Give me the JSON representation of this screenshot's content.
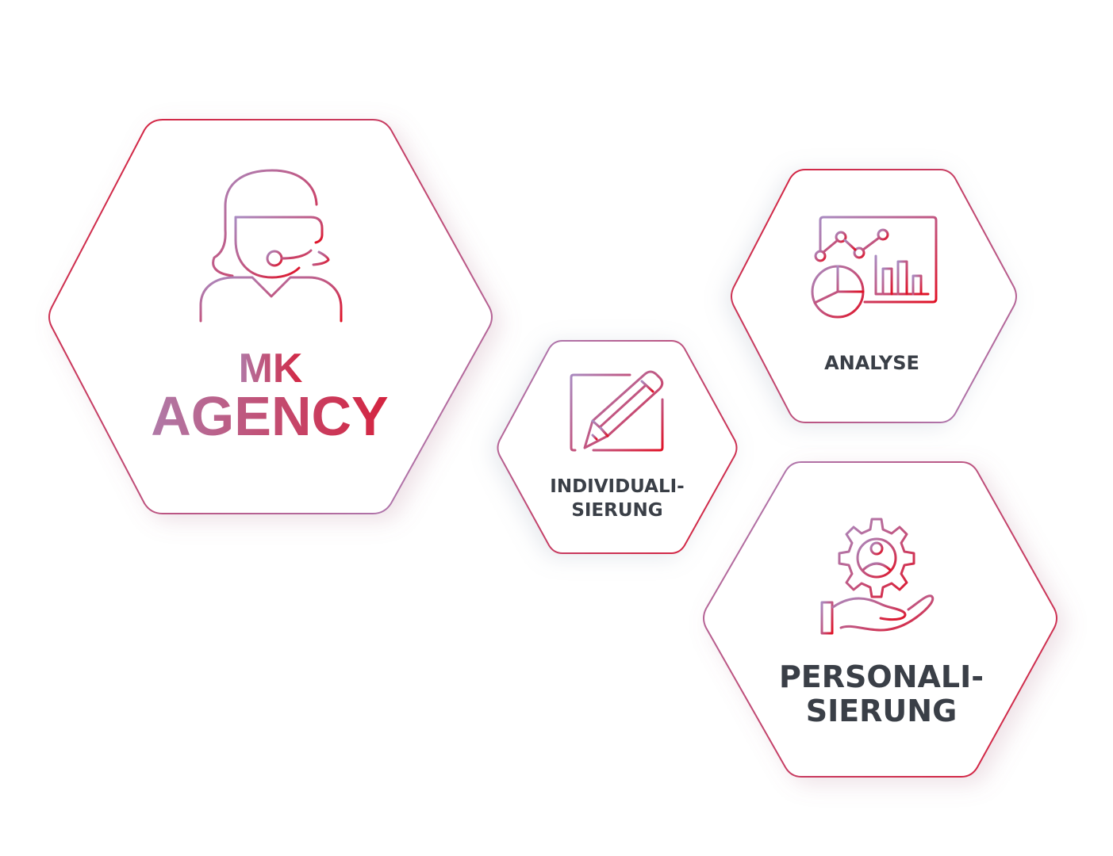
{
  "brand": {
    "line1": "MK",
    "line2": "AGENCY",
    "gradient_start": "#b07aa8",
    "gradient_end": "#d4233f"
  },
  "colors": {
    "red": "#d81e38",
    "purple": "#a983bd",
    "label_text": "#3a3f47",
    "background": "#ffffff"
  },
  "hexagons": [
    {
      "id": "brand",
      "icon": "customer-support-headset-icon",
      "label_lines": [
        "MK",
        "AGENCY"
      ]
    },
    {
      "id": "analyse",
      "icon": "analytics-dashboard-icon",
      "label_lines": [
        "ANALYSE"
      ]
    },
    {
      "id": "individualisierung",
      "icon": "edit-pencil-window-icon",
      "label_lines": [
        "INDIVIDUALI-",
        "SIERUNG"
      ]
    },
    {
      "id": "personalisierung",
      "icon": "hand-gear-user-icon",
      "label_lines": [
        "PERSONALI-",
        "SIERUNG"
      ]
    }
  ],
  "labels": {
    "analyse": "ANALYSE",
    "individual_1": "INDIVIDUALI-",
    "individual_2": "SIERUNG",
    "personal_1": "PERSONALI-",
    "personal_2": "SIERUNG"
  }
}
